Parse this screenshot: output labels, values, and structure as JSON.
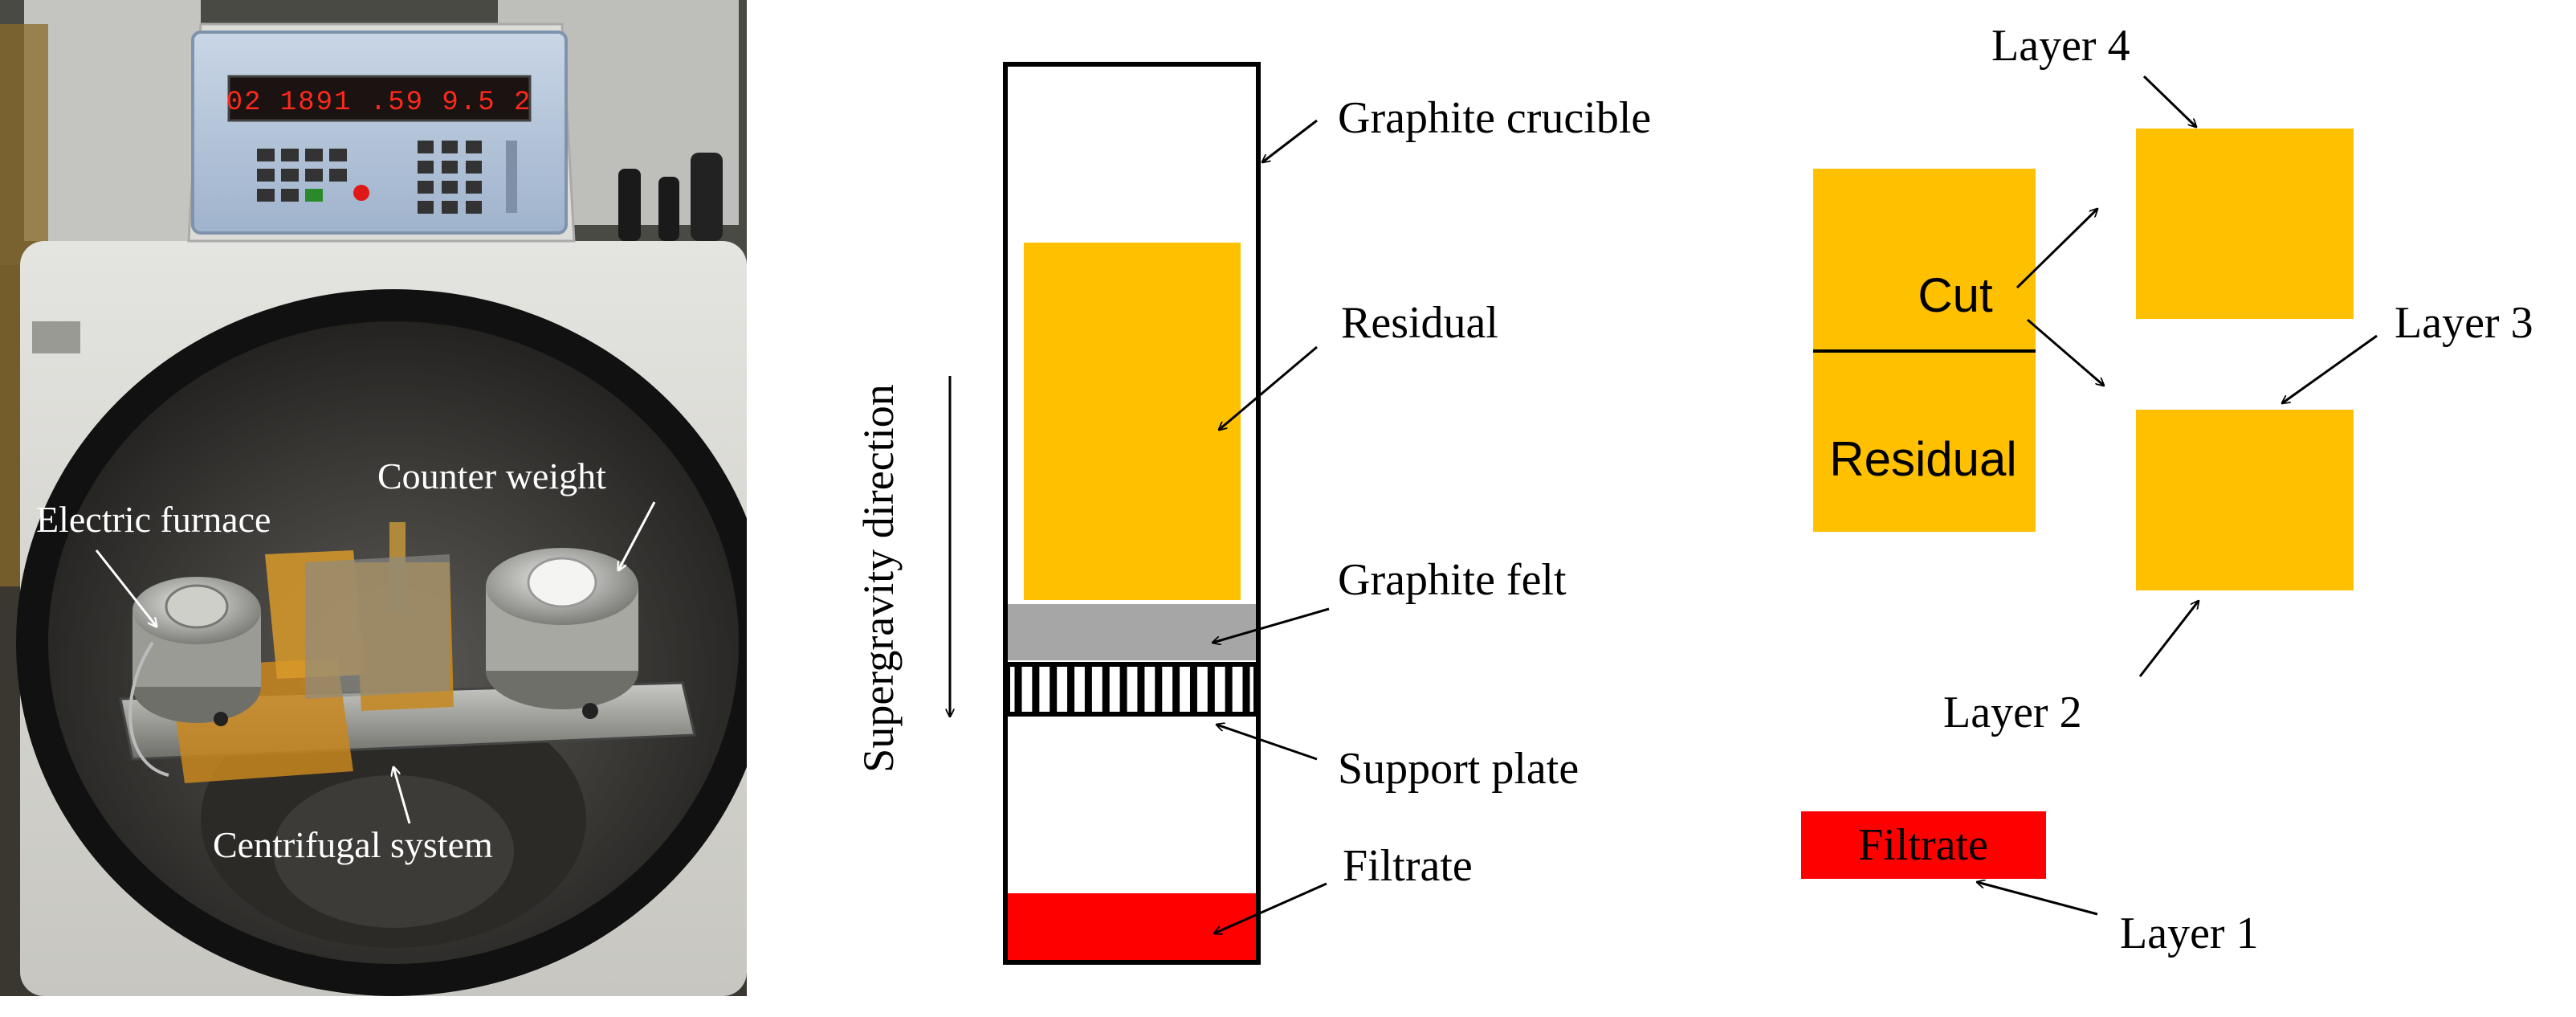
{
  "photo": {
    "display_readout": "02  1891   .59   9.5 2",
    "labels": {
      "electric_furnace": "Electric furnace",
      "counter_weight": "Counter weight",
      "centrifugal_system": "Centrifugal system"
    }
  },
  "crucible_diagram": {
    "direction_label": "Supergravity direction",
    "labels": {
      "graphite_crucible": "Graphite crucible",
      "residual": "Residual",
      "graphite_felt": "Graphite felt",
      "support_plate": "Support plate",
      "filtrate": "Filtrate"
    }
  },
  "layers_diagram": {
    "cut_label": "Cut",
    "residual_label": "Residual",
    "filtrate_label": "Filtrate",
    "layer_labels": {
      "layer_4": "Layer 4",
      "layer_3": "Layer 3",
      "layer_2": "Layer 2",
      "layer_1": "Layer 1"
    }
  },
  "colors": {
    "residual": "#FFC000",
    "filtrate": "#FF0000",
    "graphite_felt": "#A6A6A6",
    "outline": "#000000"
  }
}
